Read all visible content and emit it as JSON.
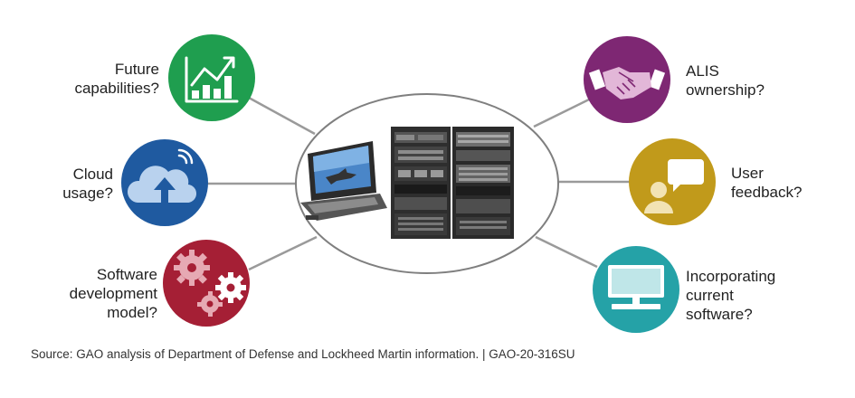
{
  "colors": {
    "green": "#1f9e4f",
    "blue": "#1f5aa0",
    "red": "#a51f35",
    "purple": "#7e2773",
    "gold": "#c19a1b",
    "teal": "#25a2a7",
    "connector": "#9a9a9a",
    "ellipse_stroke": "#7f7f7f"
  },
  "nodes": [
    {
      "id": "future-capabilities",
      "icon": "growth-chart-icon",
      "color": "green",
      "label_lines": [
        "Future",
        "capabilities?"
      ]
    },
    {
      "id": "cloud-usage",
      "icon": "cloud-upload-icon",
      "color": "blue",
      "label_lines": [
        "Cloud",
        "usage?"
      ]
    },
    {
      "id": "software-development-model",
      "icon": "gears-icon",
      "color": "red",
      "label_lines": [
        "Software",
        "development",
        "model?"
      ]
    },
    {
      "id": "alis-ownership",
      "icon": "handshake-icon",
      "color": "purple",
      "label_lines": [
        "ALIS",
        "ownership?"
      ]
    },
    {
      "id": "user-feedback",
      "icon": "user-speech-bubble-icon",
      "color": "gold",
      "label_lines": [
        "User",
        "feedback?"
      ]
    },
    {
      "id": "incorporating-current-software",
      "icon": "computer-monitor-icon",
      "color": "teal",
      "label_lines": [
        "Incorporating",
        "current",
        "software?"
      ]
    }
  ],
  "center": {
    "icons": [
      "rugged-laptop-icon",
      "server-rack-icon"
    ]
  },
  "source": "Source: GAO analysis of Department of Defense and Lockheed Martin information.  |  GAO-20-316SU"
}
